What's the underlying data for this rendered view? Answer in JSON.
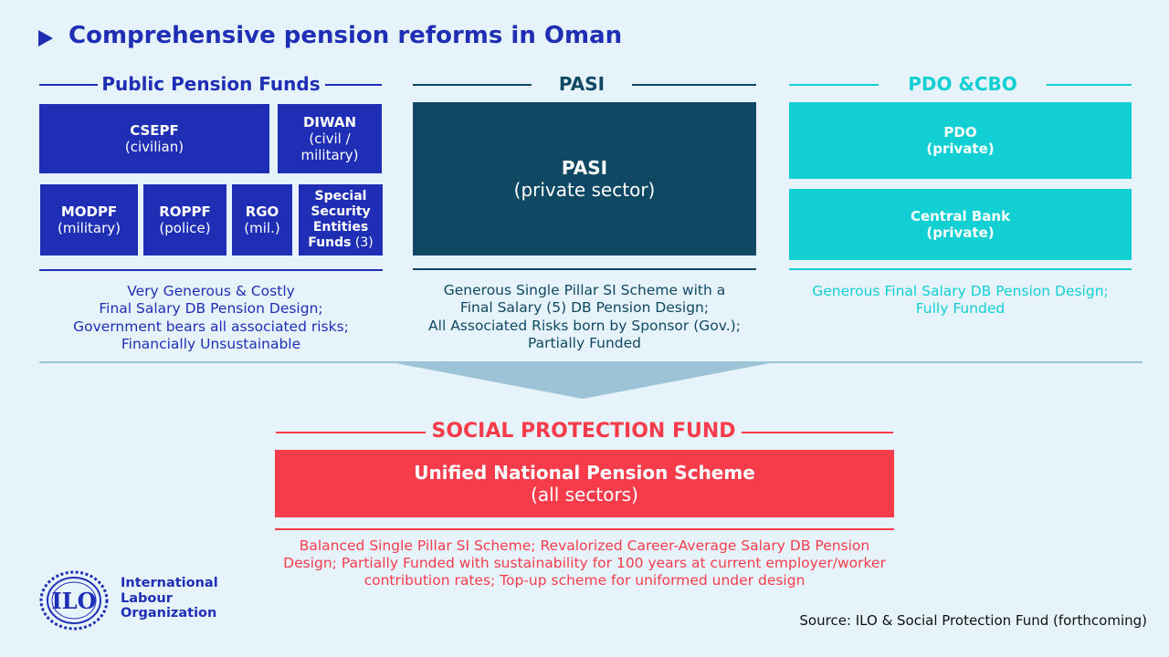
{
  "title": "Comprehensive pension reforms in Oman",
  "public_funds": {
    "heading": "Public Pension Funds",
    "csepf": {
      "name": "CSEPF",
      "sub": "(civilian)"
    },
    "diwan": {
      "name": "DIWAN",
      "sub1": "(civil /",
      "sub2": "military)"
    },
    "modpf": {
      "name": "MODPF",
      "sub": "(military)"
    },
    "roppf": {
      "name": "ROPPF",
      "sub": "(police)"
    },
    "rgo": {
      "name": "RGO",
      "sub": "(mil.)"
    },
    "special": {
      "line1": "Special",
      "line2": "Security",
      "line3": "Entities",
      "line4": "Funds",
      "count": "(3)"
    },
    "description": [
      "Very Generous & Costly",
      "Final Salary DB Pension Design;",
      "Government bears all associated risks;",
      "Financially Unsustainable"
    ]
  },
  "pasi": {
    "heading": "PASI",
    "box_name": "PASI",
    "box_sub": "(private sector)",
    "description": [
      "Generous Single Pillar SI Scheme with a",
      "Final Salary (5) DB Pension Design;",
      "All Associated Risks born by Sponsor (Gov.);",
      "Partially Funded"
    ]
  },
  "pdo_cbo": {
    "heading": "PDO &CBO",
    "pdo": {
      "name": "PDO",
      "sub": "(private)"
    },
    "cb": {
      "name": "Central Bank",
      "sub": "(private)"
    },
    "description": [
      "Generous Final Salary DB Pension Design;",
      "Fully Funded"
    ]
  },
  "spf": {
    "heading": "SOCIAL PROTECTION FUND",
    "box_name": "Unified National Pension Scheme",
    "box_sub": "(all sectors)",
    "description": [
      "Balanced Single Pillar SI Scheme; Revalorized Career-Average Salary DB Pension",
      "Design; Partially Funded with sustainability for 100 years at current employer/worker",
      "contribution rates; Top-up scheme for uniformed under design"
    ]
  },
  "logo": {
    "mark": "ILO",
    "line1": "International",
    "line2": "Labour",
    "line3": "Organization"
  },
  "source": "Source: ILO & Social Protection Fund (forthcoming)",
  "colors": {
    "blue": "#1f2fb5",
    "navy": "#0f4863",
    "cyan": "#12cfd3",
    "red": "#f63c4b",
    "background": "#e7f3fb"
  }
}
